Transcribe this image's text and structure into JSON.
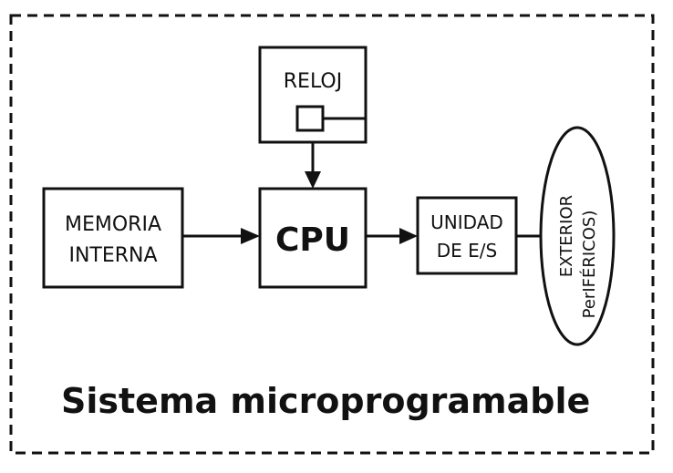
{
  "diagram": {
    "caption": "Sistema microprogramable",
    "clock": {
      "label": "RELOJ"
    },
    "cpu": {
      "label": "CPU"
    },
    "memory": {
      "line1": "MEMORIA",
      "line2": "INTERNA"
    },
    "io_unit": {
      "line1": "UNIDAD",
      "line2": "DE E/S"
    },
    "exterior": {
      "line1": "EXTERIOR",
      "line2": "PerIFÉRICOS)"
    }
  },
  "colors": {
    "stroke": "#111111",
    "background": "#ffffff"
  }
}
